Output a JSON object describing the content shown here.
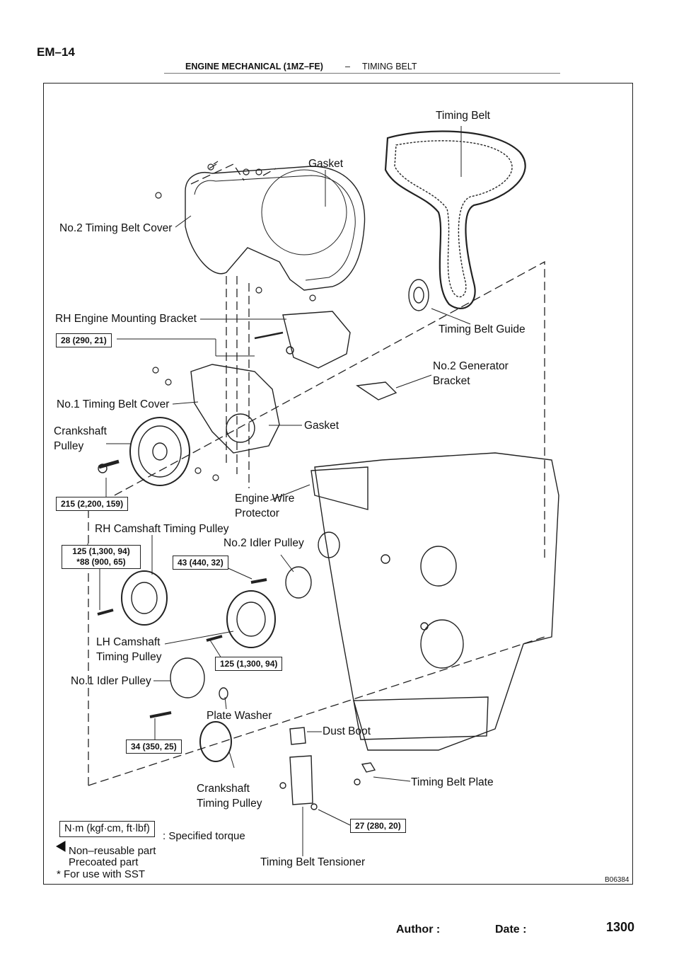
{
  "header": {
    "section_code": "EM–14",
    "title": "ENGINE MECHANICAL (1MZ–FE)",
    "separator": "–",
    "subtitle": "TIMING BELT"
  },
  "labels": {
    "timing_belt": "Timing Belt",
    "gasket_top": "Gasket",
    "no2_cover": "No.2 Timing Belt Cover",
    "rh_bracket": "RH Engine Mounting Bracket",
    "belt_guide": "Timing Belt Guide",
    "no2_gen_1": "No.2 Generator",
    "no2_gen_2": "Bracket",
    "no1_cover": "No.1 Timing Belt Cover",
    "gasket_mid": "Gasket",
    "crank_pulley_1": "Crankshaft",
    "crank_pulley_2": "Pulley",
    "wire_prot_1": "Engine Wire",
    "wire_prot_2": "Protector",
    "rh_cam": "RH Camshaft Timing Pulley",
    "no2_idler": "No.2 Idler Pulley",
    "lh_cam_1": "LH Camshaft",
    "lh_cam_2": "Timing Pulley",
    "no1_idler": "No.1 Idler Pulley",
    "plate_washer": "Plate Washer",
    "dust_boot": "Dust Boot",
    "crank_tp_1": "Crankshaft",
    "crank_tp_2": "Timing Pulley",
    "belt_plate": "Timing Belt Plate",
    "tensioner": "Timing Belt Tensioner"
  },
  "torques": {
    "t28": "28 (290, 21)",
    "t215": "215 (2,200, 159)",
    "t125a": "125 (1,300, 94)",
    "t88": "*88 (900,  65)",
    "t43": "43 (440, 32)",
    "t125b": "125 (1,300, 94)",
    "t34": "34 (350, 25)",
    "t27": "27 (280, 20)"
  },
  "legend": {
    "unit": "N·m (kgf·cm, ft·lbf)",
    "specified": ": Specified torque",
    "nonreusable": "Non–reusable part",
    "precoated": "Precoated part",
    "sst": "* For use with SST"
  },
  "figure_id": "B06384",
  "footer": {
    "author": "Author :",
    "date": "Date :",
    "page": "1300"
  }
}
